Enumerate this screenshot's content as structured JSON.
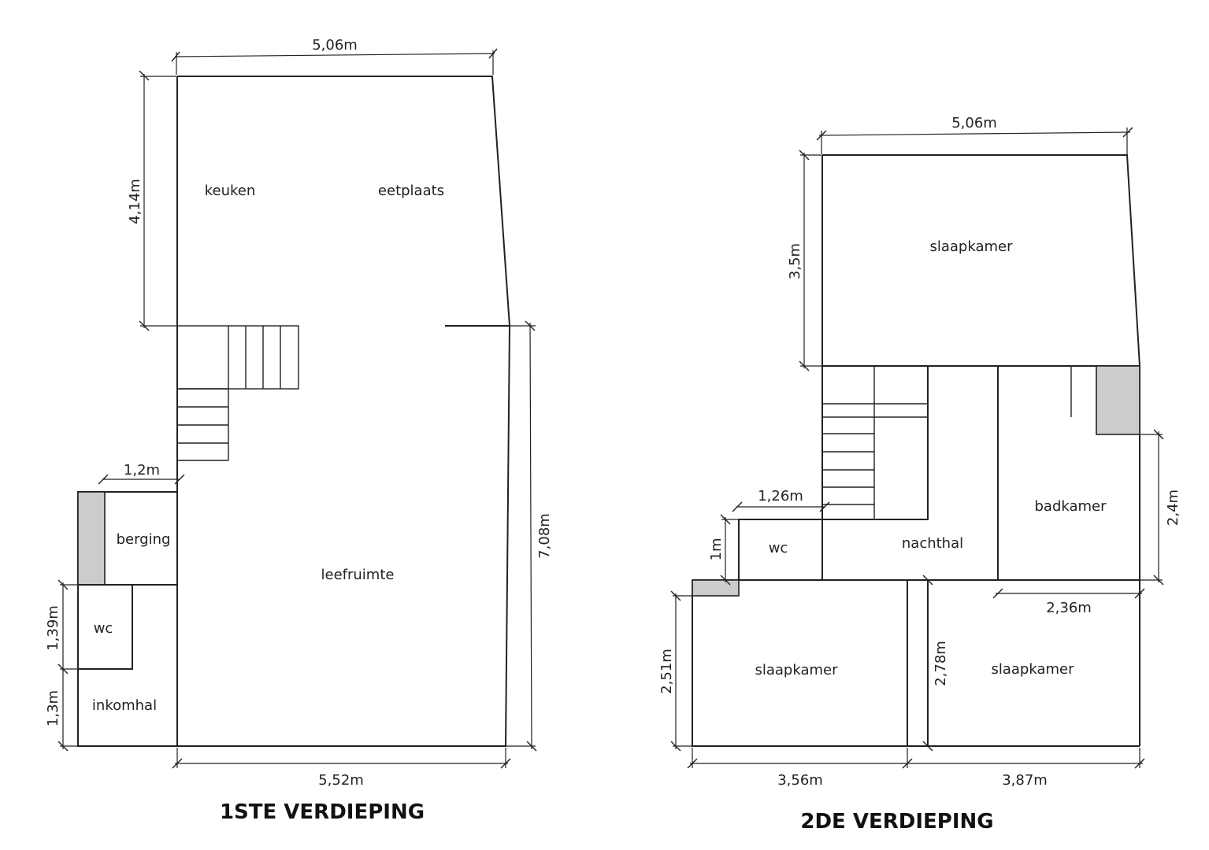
{
  "floor1": {
    "title": "1STE VERDIEPING",
    "rooms": {
      "keuken": "keuken",
      "eetplaats": "eetplaats",
      "leefruimte": "leefruimte",
      "berging": "berging",
      "wc": "wc",
      "inkomhal": "inkomhal"
    },
    "dims": {
      "top_width": "5,06m",
      "upper_height": "4,14m",
      "right_height": "7,08m",
      "bottom_width": "5,52m",
      "berging_width": "1,2m",
      "wc_height": "1,39m",
      "inkomhal_height": "1,3m"
    }
  },
  "floor2": {
    "title": "2DE VERDIEPING",
    "rooms": {
      "slaapkamer_top": "slaapkamer",
      "wc": "wc",
      "nachthal": "nachthal",
      "badkamer": "badkamer",
      "slaapkamer_left": "slaapkamer",
      "slaapkamer_right": "slaapkamer"
    },
    "dims": {
      "top_width": "5,06m",
      "top_height": "3,5m",
      "wc_width": "1,26m",
      "wc_height": "1m",
      "bad_height": "2,4m",
      "bad_width": "2,36m",
      "left_height": "2,51m",
      "mid_height": "2,78m",
      "left_width": "3,56m",
      "right_width": "3,87m"
    }
  }
}
